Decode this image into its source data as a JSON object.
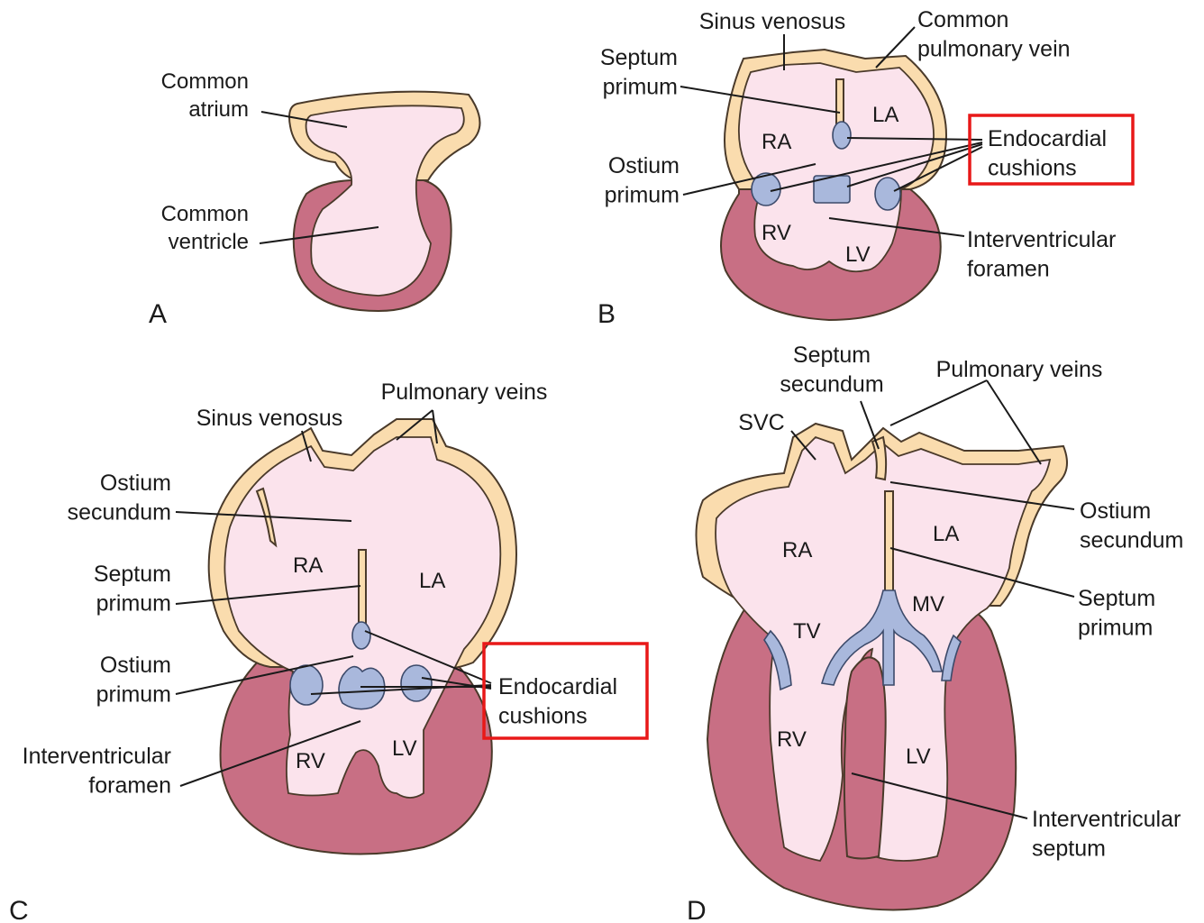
{
  "panels": {
    "a": {
      "letter": "A",
      "labels": {
        "common_atrium": [
          "Common",
          "atrium"
        ],
        "common_ventricle": [
          "Common",
          "ventricle"
        ]
      }
    },
    "b": {
      "letter": "B",
      "labels": {
        "sinus_venosus": [
          "Sinus venosus"
        ],
        "common_pulmonary_vein": [
          "Common",
          "pulmonary vein"
        ],
        "septum_primum": [
          "Septum",
          "primum"
        ],
        "ostium_primum": [
          "Ostium",
          "primum"
        ],
        "endocardial_cushions": [
          "Endocardial",
          "cushions"
        ],
        "interventricular_foramen": [
          "Interventricular",
          "foramen"
        ],
        "ra": [
          "RA"
        ],
        "la": [
          "LA"
        ],
        "rv": [
          "RV"
        ],
        "lv": [
          "LV"
        ]
      }
    },
    "c": {
      "letter": "C",
      "labels": {
        "pulmonary_veins": [
          "Pulmonary veins"
        ],
        "sinus_venosus": [
          "Sinus venosus"
        ],
        "ostium_secundum": [
          "Ostium",
          "secundum"
        ],
        "septum_primum": [
          "Septum",
          "primum"
        ],
        "ostium_primum": [
          "Ostium",
          "primum"
        ],
        "interventricular_foramen": [
          "Interventricular",
          "foramen"
        ],
        "endocardial_cushions": [
          "Endocardial",
          "cushions"
        ],
        "ra": [
          "RA"
        ],
        "la": [
          "LA"
        ],
        "rv": [
          "RV"
        ],
        "lv": [
          "LV"
        ]
      }
    },
    "d": {
      "letter": "D",
      "labels": {
        "septum_secundum": [
          "Septum",
          "secundum"
        ],
        "pulmonary_veins": [
          "Pulmonary veins"
        ],
        "svc": [
          "SVC"
        ],
        "ostium_secundum": [
          "Ostium",
          "secundum"
        ],
        "septum_primum": [
          "Septum",
          "primum"
        ],
        "interventricular_septum": [
          "Interventricular",
          "septum"
        ],
        "ra": [
          "RA"
        ],
        "la": [
          "LA"
        ],
        "tv": [
          "TV"
        ],
        "mv": [
          "MV"
        ],
        "rv": [
          "RV"
        ],
        "lv": [
          "LV"
        ]
      }
    }
  },
  "colors": {
    "highlight_box": "#e81818",
    "atrial_wall": "#fadcae",
    "chamber": "#fbe3ec",
    "myocardium": "#c86f84",
    "cushion": "#a9b8dc"
  }
}
